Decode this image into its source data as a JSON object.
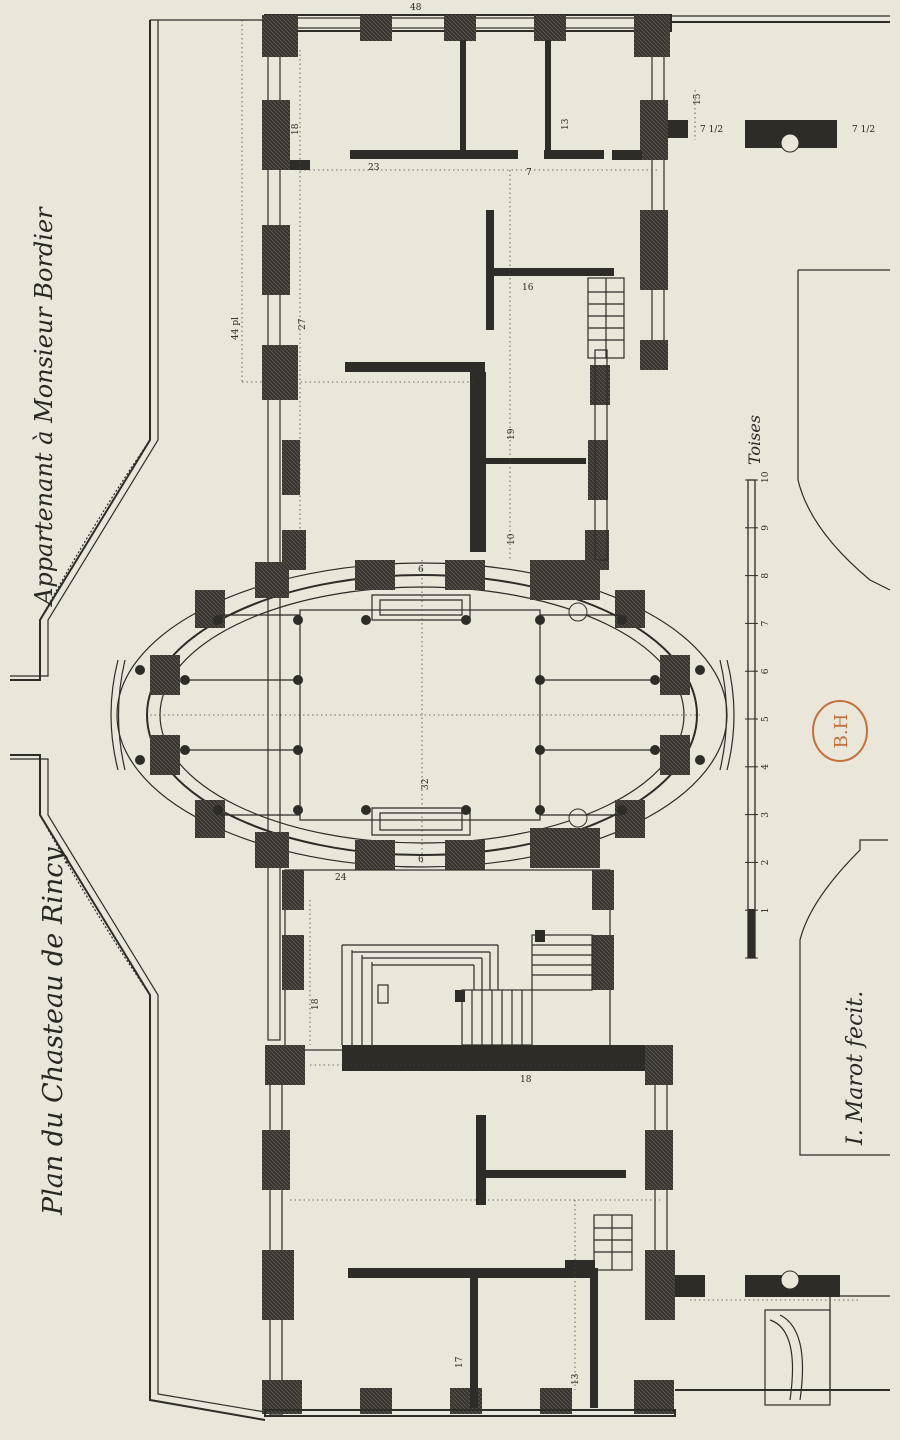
{
  "title": "Plan du Chasteau de Rincy",
  "owner": "Appartenant à Monsieur Bordier",
  "signature": "I. Marot fecit.",
  "scale": {
    "unit": "Toises",
    "ticks": [
      "1",
      "2",
      "3",
      "4",
      "5",
      "6",
      "7",
      "8",
      "9",
      "10"
    ]
  },
  "stamp": "B.H",
  "dimensions": {
    "top_width": "48",
    "side_height": "44 pl",
    "oval_length": "32",
    "d1": "18",
    "d2": "19",
    "d3": "16",
    "d4": "27",
    "d5": "23",
    "d6": "13",
    "d7": "7",
    "d8": "6",
    "d9": "6",
    "d10": "10",
    "d11": "18",
    "d12": "24",
    "d13": "18",
    "d14": "17",
    "d15": "13",
    "d16": "15",
    "d17": "7 1/2",
    "d18": "7 1/2"
  },
  "colors": {
    "paper": "#ebe6da",
    "ink": "#2f2b27",
    "stamp": "#c4703a"
  }
}
